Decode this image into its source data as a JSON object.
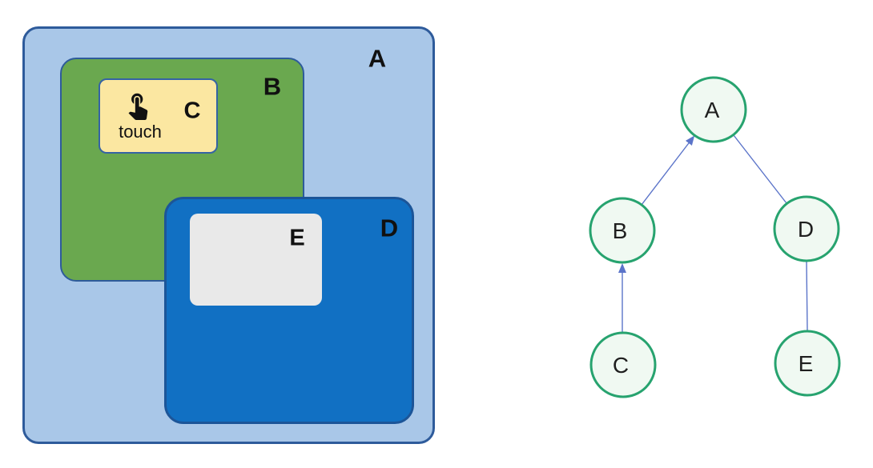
{
  "nested_diagram": {
    "boxes": {
      "a": {
        "label": "A",
        "fill": "#a9c7e8",
        "border": "#2e5b9b"
      },
      "b": {
        "label": "B",
        "fill": "#6aa84f",
        "border": "#2e5b9b"
      },
      "c": {
        "label": "C",
        "caption": "touch",
        "icon": "touch-icon",
        "fill": "#fbe7a1",
        "border": "#3563a4"
      },
      "d": {
        "label": "D",
        "fill": "#1170c3",
        "border": "#1c5598"
      },
      "e": {
        "label": "E",
        "fill": "#e9e9e9"
      }
    }
  },
  "tree_diagram": {
    "nodes": [
      {
        "id": "A",
        "label": "A"
      },
      {
        "id": "B",
        "label": "B"
      },
      {
        "id": "D",
        "label": "D"
      },
      {
        "id": "C",
        "label": "C"
      },
      {
        "id": "E",
        "label": "E"
      }
    ],
    "edges": [
      {
        "from": "B",
        "to": "A",
        "arrow": true
      },
      {
        "from": "C",
        "to": "B",
        "arrow": true
      },
      {
        "from": "A",
        "to": "D",
        "arrow": false
      },
      {
        "from": "D",
        "to": "E",
        "arrow": false
      }
    ],
    "node_fill": "#f0f9f2",
    "node_border": "#27a36f",
    "edge_color": "#5b74c9",
    "label_color": "#1f1f1f"
  }
}
